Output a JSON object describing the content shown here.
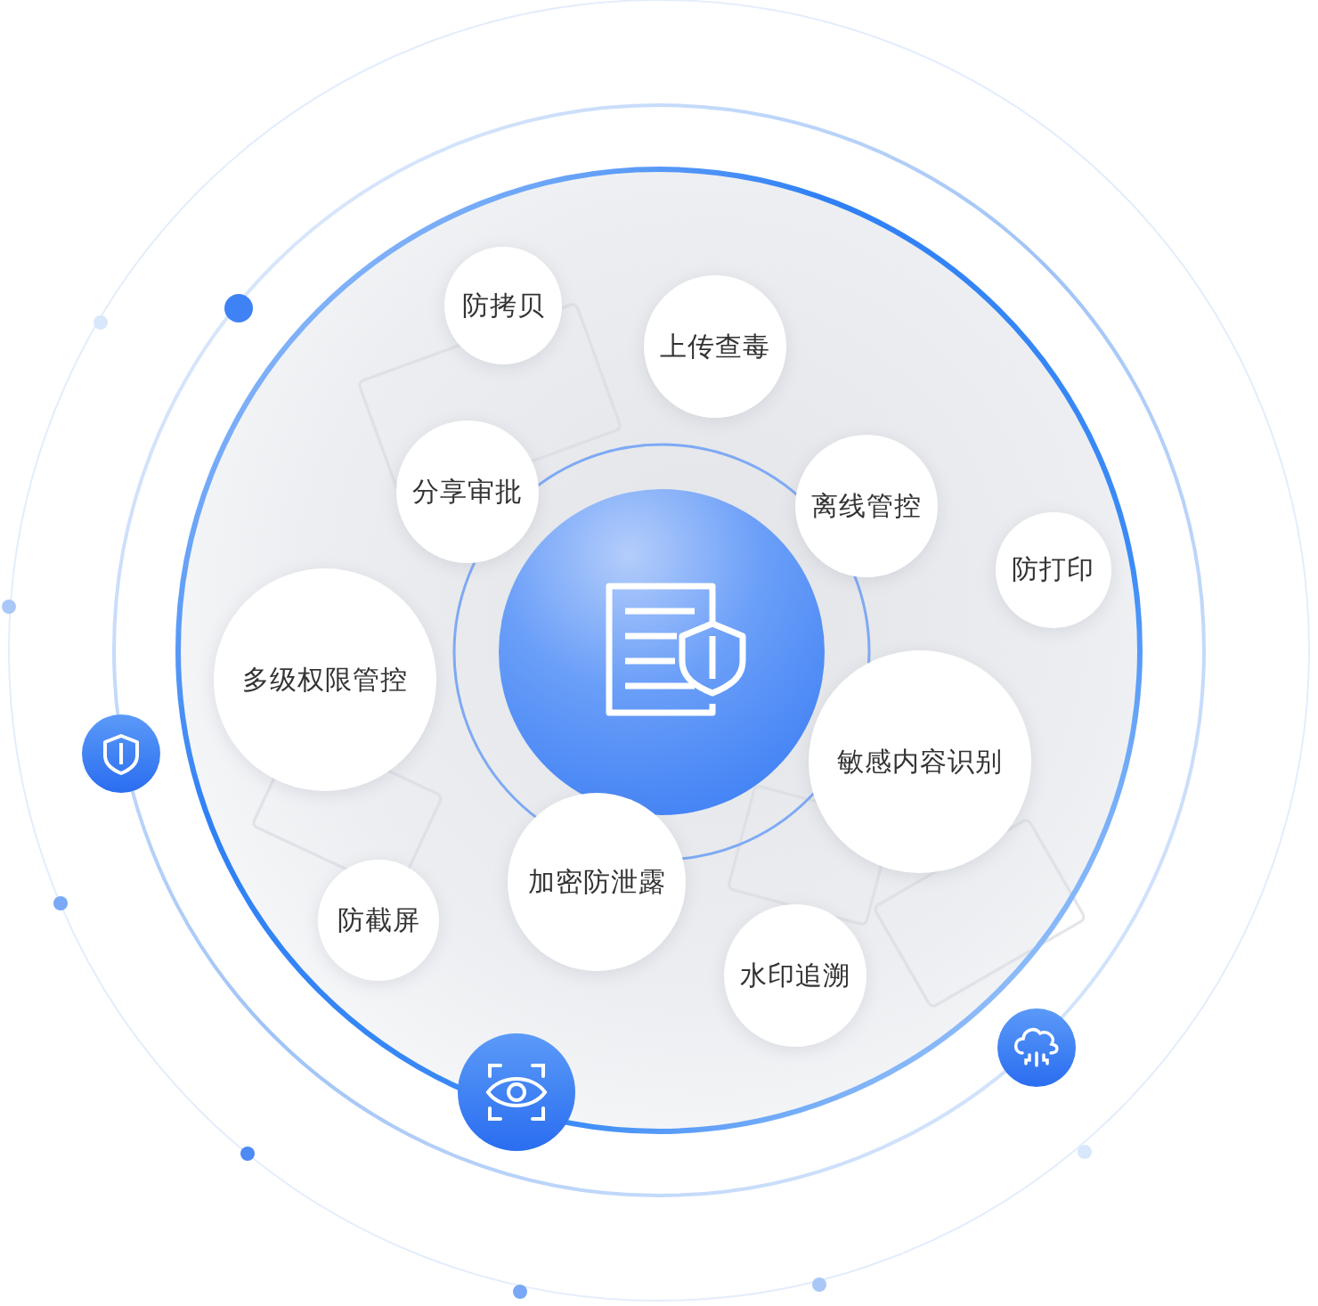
{
  "diagram": {
    "nodes": [
      {
        "text": [
          "防拷贝"
        ]
      },
      {
        "text": [
          "上传查毒"
        ]
      },
      {
        "text": [
          "分享审批"
        ]
      },
      {
        "text": [
          "离线管控"
        ]
      },
      {
        "text": [
          "防打印"
        ]
      },
      {
        "text": [
          "多级权限管控"
        ]
      },
      {
        "text": [
          "敏感内容识别"
        ]
      },
      {
        "text": [
          "加密防泄露"
        ]
      },
      {
        "text": [
          "防截屏"
        ]
      },
      {
        "text": [
          "水印追溯"
        ]
      }
    ]
  }
}
